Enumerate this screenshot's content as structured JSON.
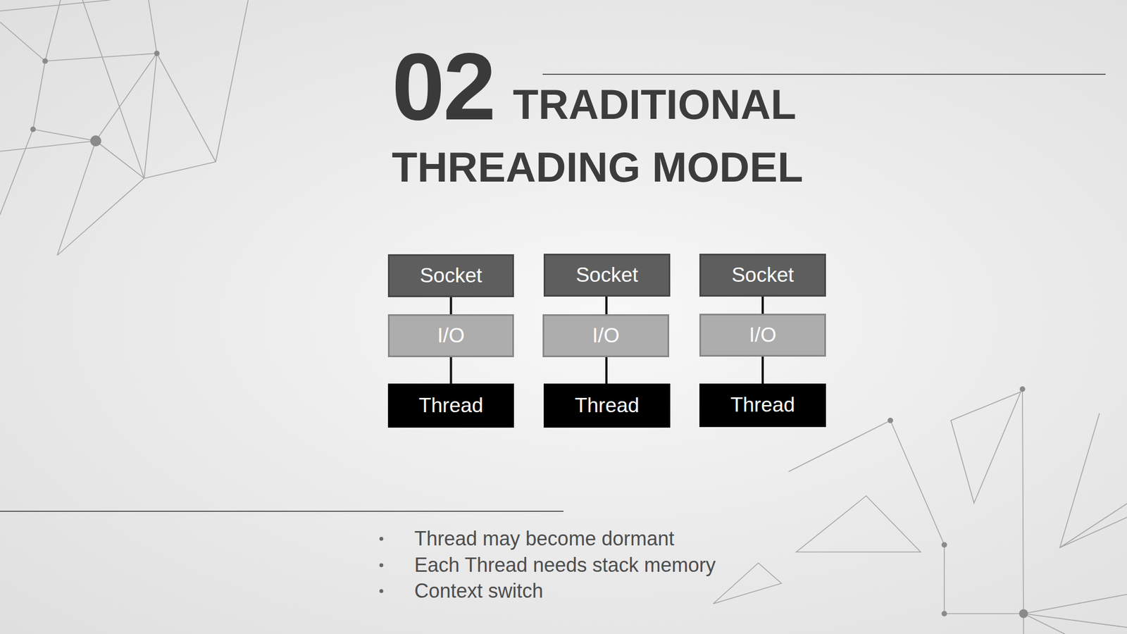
{
  "diagram": {
    "title": "TRADITIONAL THREADING MODEL",
    "nodes": [
      {
        "text": [
          "Socket"
        ]
      },
      {
        "text": [
          "Socket"
        ]
      },
      {
        "text": [
          "Socket"
        ]
      },
      {
        "text": [
          "I/O"
        ]
      },
      {
        "text": [
          "I/O"
        ]
      },
      {
        "text": [
          "I/O"
        ]
      },
      {
        "text": [
          "Thread"
        ]
      },
      {
        "text": [
          "Thread"
        ]
      },
      {
        "text": [
          "Thread"
        ]
      }
    ],
    "edges": [
      {
        "from": 0,
        "to": 3,
        "arrow": "none"
      },
      {
        "from": 3,
        "to": 6,
        "arrow": "none"
      },
      {
        "from": 1,
        "to": 4,
        "arrow": "none"
      },
      {
        "from": 4,
        "to": 7,
        "arrow": "none"
      },
      {
        "from": 2,
        "to": 5,
        "arrow": "none"
      },
      {
        "from": 5,
        "to": 8,
        "arrow": "none"
      }
    ],
    "labels": [
      "02",
      "Thread may become dormant",
      "Each Thread needs stack memory",
      "Context switch"
    ]
  }
}
